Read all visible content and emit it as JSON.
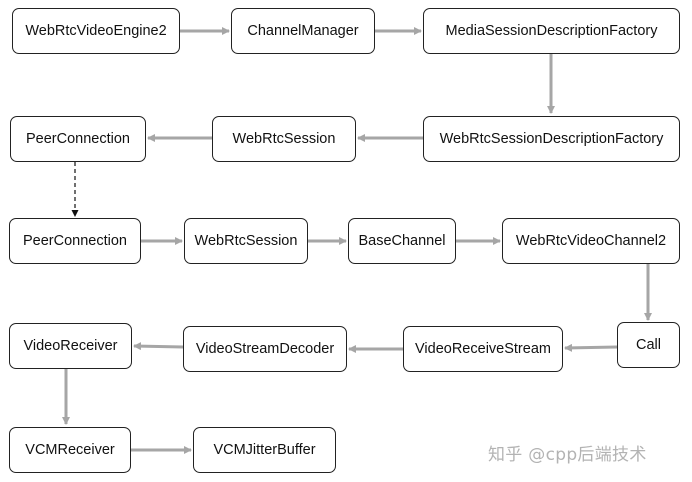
{
  "nodes": {
    "webrtc_video_engine2": "WebRtcVideoEngine2",
    "channel_manager": "ChannelManager",
    "media_session_description_factory": "MediaSessionDescriptionFactory",
    "peer_connection_1": "PeerConnection",
    "webrtc_session_1": "WebRtcSession",
    "webrtc_session_description_factory": "WebRtcSessionDescriptionFactory",
    "peer_connection_2": "PeerConnection",
    "webrtc_session_2": "WebRtcSession",
    "base_channel": "BaseChannel",
    "webrtc_video_channel2": "WebRtcVideoChannel2",
    "video_receiver": "VideoReceiver",
    "video_stream_decoder": "VideoStreamDecoder",
    "video_receive_stream": "VideoReceiveStream",
    "call": "Call",
    "vcm_receiver": "VCMReceiver",
    "vcm_jitter_buffer": "VCMJitterBuffer"
  },
  "watermark": "知乎 @cpp后端技术",
  "colors": {
    "arrow": "#a6a6a6",
    "dashed_arrow": "#111111",
    "node_border": "#222222",
    "watermark": "#b3b3b3"
  }
}
